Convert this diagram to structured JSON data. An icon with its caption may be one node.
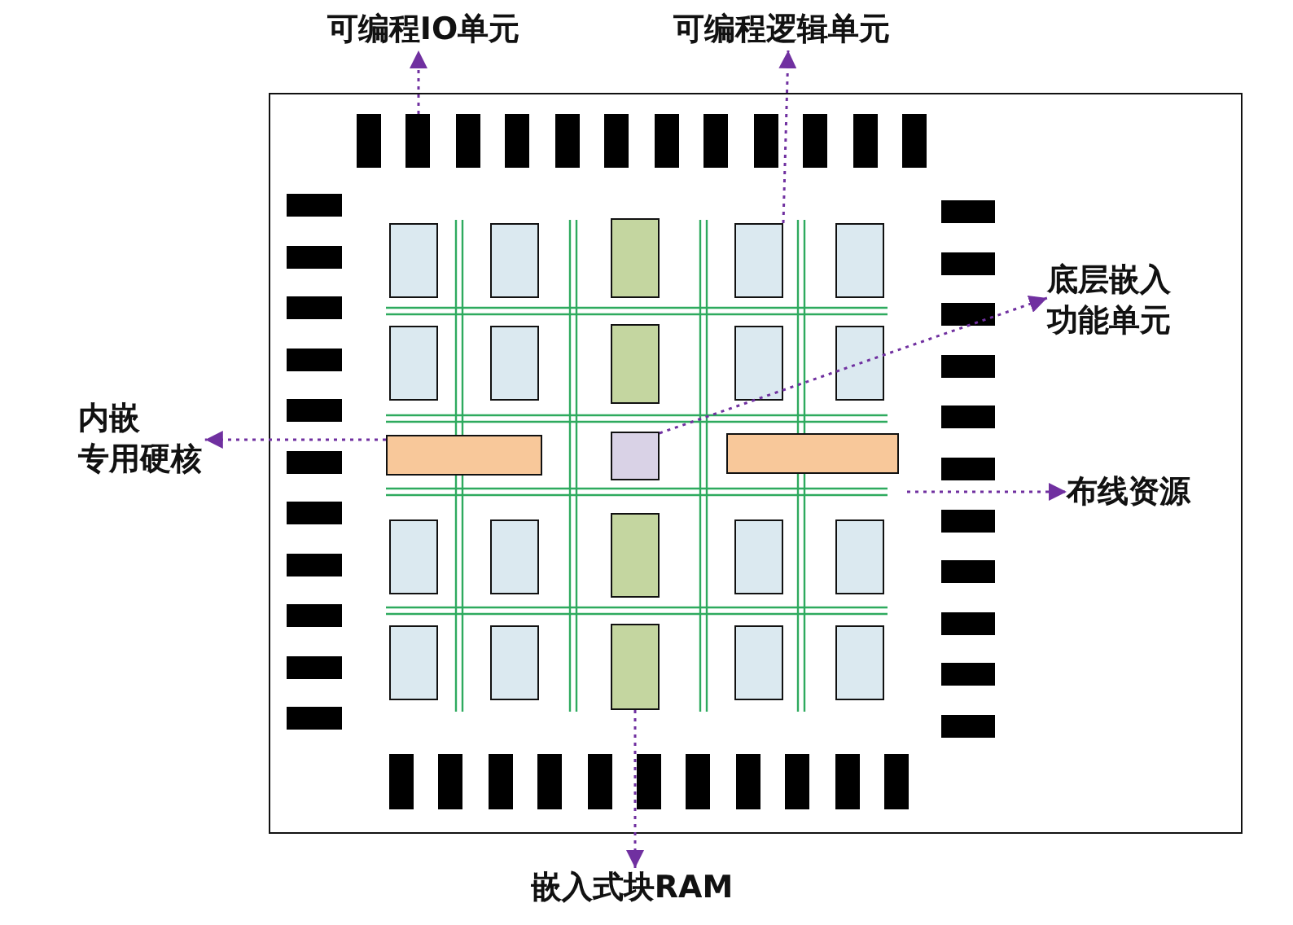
{
  "diagram": {
    "nodes": [
      {
        "text": [
          "可编程IO单元"
        ]
      },
      {
        "text": [
          "可编程逻辑单元"
        ]
      },
      {
        "text": [
          "底层嵌入功能单元"
        ],
        "in": 6
      },
      {
        "text": [
          "内嵌专用硬核"
        ]
      },
      {
        "text": [
          "布线资源"
        ],
        "in": 6
      },
      {
        "text": [
          "嵌入式块RAM"
        ]
      },
      {
        "text": [],
        "shape": "box"
      },
      {
        "text": [],
        "shape": "bar",
        "in": 6
      },
      {
        "text": [],
        "shape": "bar",
        "in": 6
      },
      {
        "text": [],
        "shape": "bar",
        "in": 6
      },
      {
        "text": [],
        "shape": "bar",
        "in": 6
      },
      {
        "text": [],
        "shape": "bar",
        "in": 6
      },
      {
        "text": [],
        "shape": "bar",
        "in": 6
      },
      {
        "text": [],
        "shape": "bar",
        "in": 6
      },
      {
        "text": [],
        "shape": "bar",
        "in": 6
      },
      {
        "text": [],
        "shape": "bar",
        "in": 6
      },
      {
        "text": [],
        "shape": "bar",
        "in": 6
      },
      {
        "text": [],
        "shape": "bar",
        "in": 6
      },
      {
        "text": [],
        "shape": "bar",
        "in": 6
      },
      {
        "text": [],
        "shape": "bar",
        "in": 6
      },
      {
        "text": [],
        "shape": "bar",
        "in": 6
      },
      {
        "text": [],
        "shape": "bar",
        "in": 6
      },
      {
        "text": [],
        "shape": "bar",
        "in": 6
      },
      {
        "text": [],
        "shape": "bar",
        "in": 6
      },
      {
        "text": [],
        "shape": "bar",
        "in": 6
      },
      {
        "text": [],
        "shape": "bar",
        "in": 6
      },
      {
        "text": [],
        "shape": "bar",
        "in": 6
      },
      {
        "text": [],
        "shape": "bar",
        "in": 6
      },
      {
        "text": [],
        "shape": "bar",
        "in": 6
      },
      {
        "text": [],
        "shape": "bar",
        "in": 6
      },
      {
        "text": [],
        "shape": "bar",
        "in": 6
      },
      {
        "text": [],
        "shape": "bar",
        "in": 6
      },
      {
        "text": [],
        "shape": "bar",
        "in": 6
      },
      {
        "text": [],
        "shape": "bar",
        "in": 6
      },
      {
        "text": [],
        "shape": "bar",
        "in": 6
      },
      {
        "text": [],
        "shape": "bar",
        "in": 6
      },
      {
        "text": [],
        "shape": "bar",
        "in": 6
      },
      {
        "text": [],
        "shape": "bar",
        "in": 6
      },
      {
        "text": [],
        "shape": "bar",
        "in": 6
      },
      {
        "text": [],
        "shape": "bar",
        "in": 6
      },
      {
        "text": [],
        "shape": "bar",
        "in": 6
      },
      {
        "text": [],
        "shape": "bar",
        "in": 6
      },
      {
        "text": [],
        "shape": "bar",
        "in": 6
      },
      {
        "text": [],
        "shape": "bar",
        "in": 6
      },
      {
        "text": [],
        "shape": "bar",
        "in": 6
      },
      {
        "text": [],
        "shape": "bar",
        "in": 6
      },
      {
        "text": [],
        "shape": "bar",
        "in": 6
      },
      {
        "text": [],
        "shape": "bar",
        "in": 6
      },
      {
        "text": [],
        "shape": "bar",
        "in": 6
      },
      {
        "text": [],
        "shape": "bar",
        "in": 6
      },
      {
        "text": [],
        "shape": "bar",
        "in": 6
      },
      {
        "text": [],
        "shape": "bar",
        "in": 6
      },
      {
        "text": [],
        "shape": "box",
        "in": 6
      },
      {
        "text": [],
        "shape": "box",
        "in": 6
      },
      {
        "text": [],
        "shape": "box",
        "in": 6
      },
      {
        "text": [],
        "shape": "box",
        "in": 6
      },
      {
        "text": [],
        "shape": "box",
        "in": 6
      },
      {
        "text": [],
        "shape": "box",
        "in": 6
      },
      {
        "text": [],
        "shape": "box",
        "in": 6
      },
      {
        "text": [],
        "shape": "box",
        "in": 6
      },
      {
        "text": [],
        "shape": "box",
        "in": 6
      },
      {
        "text": [],
        "shape": "box",
        "in": 6
      },
      {
        "text": [],
        "shape": "box",
        "in": 6
      },
      {
        "text": [],
        "shape": "box",
        "in": 6
      },
      {
        "text": [],
        "shape": "box",
        "in": 6
      },
      {
        "text": [],
        "shape": "box",
        "in": 6
      },
      {
        "text": [],
        "shape": "box",
        "in": 6
      },
      {
        "text": [],
        "shape": "box",
        "in": 6
      },
      {
        "text": [],
        "shape": "box",
        "in": 6
      },
      {
        "text": [],
        "shape": "box",
        "in": 6
      },
      {
        "text": [],
        "shape": "box",
        "in": 6
      },
      {
        "text": [],
        "shape": "box",
        "in": 6
      },
      {
        "text": [],
        "shape": "box",
        "in": 6
      },
      {
        "text": [],
        "shape": "box",
        "in": 6
      },
      {
        "text": [],
        "shape": "box",
        "in": 6
      }
    ],
    "edges": [
      {
        "from": 8,
        "to": 0,
        "arrow": "to",
        "style": "dashed"
      },
      {
        "from": 55,
        "to": 1,
        "arrow": "to",
        "style": "dashed"
      },
      {
        "from": 63,
        "to": 2,
        "arrow": "to",
        "style": "dashed"
      },
      {
        "from": 62,
        "to": 3,
        "arrow": "to",
        "style": "dashed"
      },
      {
        "from": null,
        "to": 4,
        "arrow": "to",
        "style": "dashed"
      },
      {
        "from": 72,
        "to": 5,
        "arrow": "to",
        "style": "dashed"
      }
    ]
  }
}
